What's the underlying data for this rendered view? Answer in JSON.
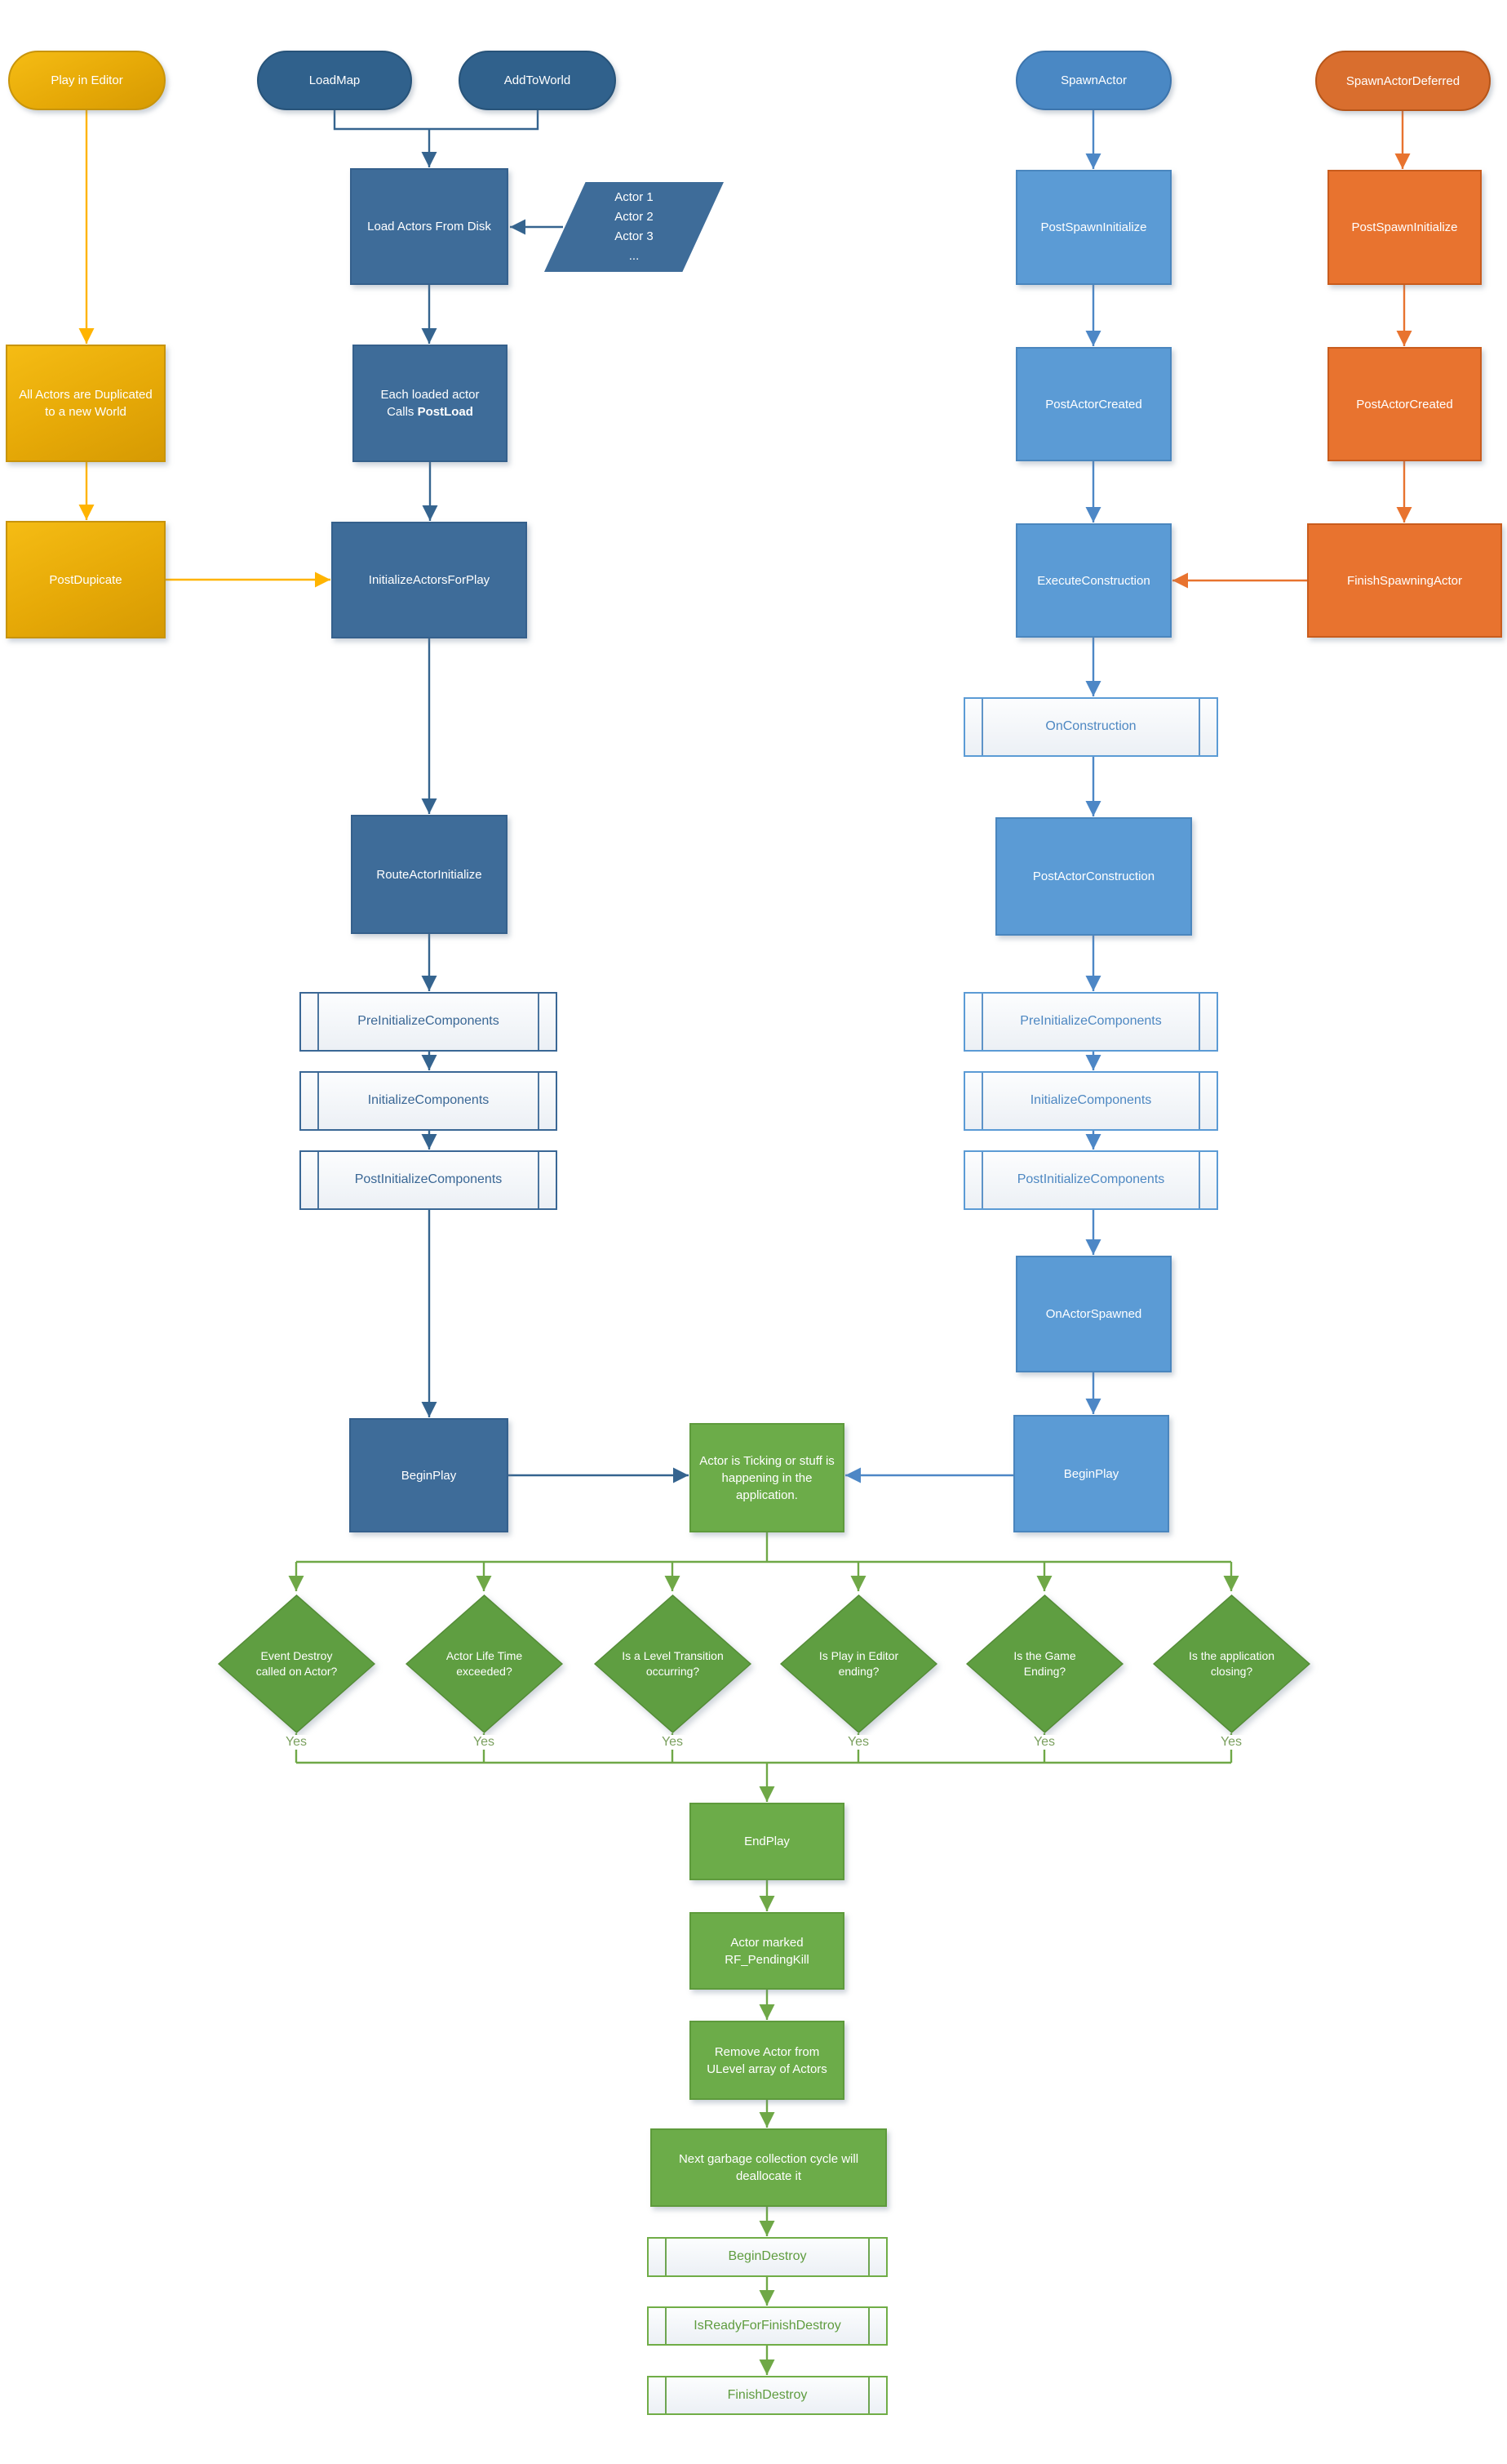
{
  "palette": {
    "gold_fill": "#E9A90B",
    "gold_line": "#FFB400",
    "dark_blue_fill": "#3E6C99",
    "dark_blue_line": "#35648F",
    "light_blue_fill": "#5B9BD5",
    "light_blue_line": "#4D87C6",
    "orange_fill": "#E8732F",
    "orange_line": "#E8732F",
    "green_fill": "#6CAC49",
    "green_line": "#6FA847"
  },
  "nodes": {
    "play_in_editor": {
      "label": "Play in Editor"
    },
    "load_map": {
      "label": "LoadMap"
    },
    "add_to_world": {
      "label": "AddToWorld"
    },
    "spawn_actor": {
      "label": "SpawnActor"
    },
    "spawn_actor_deferred": {
      "label": "SpawnActorDeferred"
    },
    "load_actors_from_disk": {
      "label": "Load Actors From Disk"
    },
    "actor_list": {
      "lines": [
        "Actor 1",
        "Actor 2",
        "Actor 3",
        "..."
      ]
    },
    "all_actors_duplicated": {
      "label": "All Actors are Duplicated to a new World"
    },
    "each_loaded_actor": {
      "line1": "Each loaded actor",
      "line2_prefix": "Calls ",
      "line2_bold": "PostLoad"
    },
    "post_duplicate": {
      "label": "PostDupicate"
    },
    "initialize_actors_for_play": {
      "label": "InitializeActorsForPlay"
    },
    "route_actor_initialize": {
      "label": "RouteActorInitialize"
    },
    "pre_initialize_components_left": {
      "label": "PreInitializeComponents"
    },
    "initialize_components_left": {
      "label": "InitializeComponents"
    },
    "post_initialize_components_left": {
      "label": "PostInitializeComponents"
    },
    "begin_play_left": {
      "label": "BeginPlay"
    },
    "post_spawn_initialize_blue": {
      "label": "PostSpawnInitialize"
    },
    "post_actor_created_blue": {
      "label": "PostActorCreated"
    },
    "execute_construction": {
      "label": "ExecuteConstruction"
    },
    "on_construction": {
      "label": "OnConstruction"
    },
    "post_actor_construction": {
      "label": "PostActorConstruction"
    },
    "pre_initialize_components_right": {
      "label": "PreInitializeComponents"
    },
    "initialize_components_right": {
      "label": "InitializeComponents"
    },
    "post_initialize_components_right": {
      "label": "PostInitializeComponents"
    },
    "on_actor_spawned": {
      "label": "OnActorSpawned"
    },
    "begin_play_right": {
      "label": "BeginPlay"
    },
    "post_spawn_initialize_orange": {
      "label": "PostSpawnInitialize"
    },
    "post_actor_created_orange": {
      "label": "PostActorCreated"
    },
    "finish_spawning_actor": {
      "label": "FinishSpawningActor"
    },
    "actor_ticking": {
      "label": "Actor is Ticking or stuff is happening in the application."
    },
    "decision_event_destroy": {
      "label": "Event Destroy called on Actor?",
      "yes": "Yes"
    },
    "decision_lifetime": {
      "label": "Actor Life Time exceeded?",
      "yes": "Yes"
    },
    "decision_level_transition": {
      "label": "Is a Level Transition occurring?",
      "yes": "Yes"
    },
    "decision_pie_ending": {
      "label": "Is Play in Editor ending?",
      "yes": "Yes"
    },
    "decision_game_ending": {
      "label": "Is the Game Ending?",
      "yes": "Yes"
    },
    "decision_app_closing": {
      "label": "Is the application closing?",
      "yes": "Yes"
    },
    "end_play": {
      "label": "EndPlay"
    },
    "actor_marked_pending_kill": {
      "label": "Actor marked RF_PendingKill"
    },
    "remove_actor_from_ulevel": {
      "label": "Remove Actor from ULevel array of Actors"
    },
    "next_gc_cycle": {
      "label": "Next garbage collection cycle will deallocate it"
    },
    "begin_destroy": {
      "label": "BeginDestroy"
    },
    "is_ready_for_finish_destroy": {
      "label": "IsReadyForFinishDestroy"
    },
    "finish_destroy": {
      "label": "FinishDestroy"
    }
  }
}
